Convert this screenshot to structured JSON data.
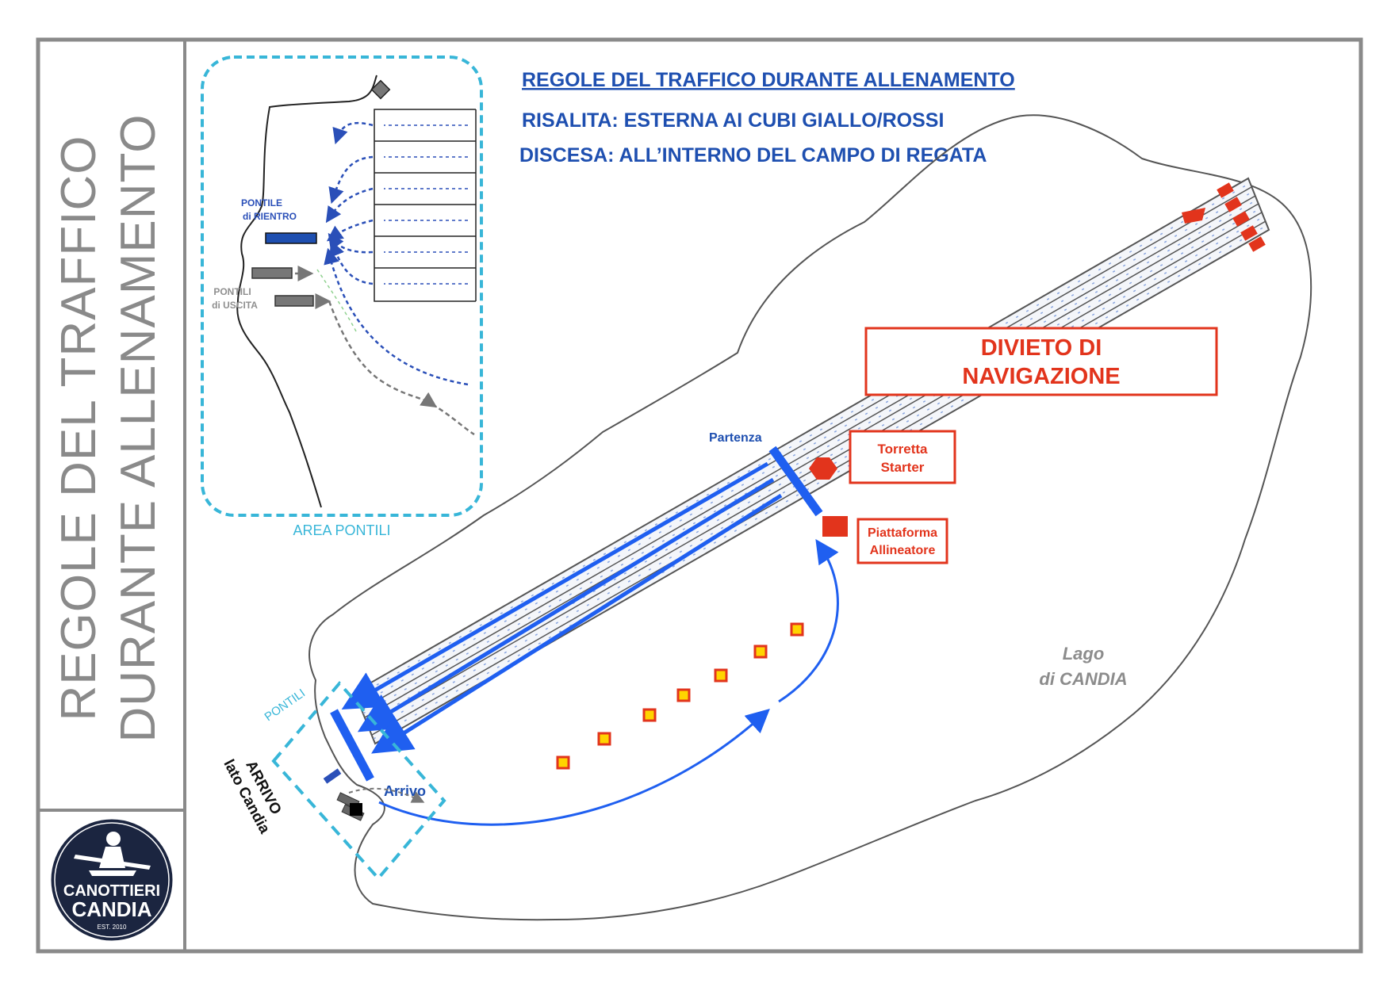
{
  "sidebar": {
    "title_line1": "REGOLE DEL TRAFFICO",
    "title_line2": "DURANTE ALLENAMENTO"
  },
  "logo": {
    "line1": "CANOTTIERI",
    "line2": "CANDIA",
    "est": "EST. 2010"
  },
  "header": {
    "title": "REGOLE DEL TRAFFICO DURANTE ALLENAMENTO",
    "rule1": "RISALITA: ESTERNA AI CUBI GIALLO/ROSSI",
    "rule2": "DISCESA: ALL’INTERNO DEL CAMPO DI REGATA"
  },
  "inset": {
    "area_label": "AREA PONTILI",
    "rientro_line1": "PONTILE",
    "rientro_line2": "di RIENTRO",
    "uscita_line1": "PONTILI",
    "uscita_line2": "di USCITA"
  },
  "map": {
    "no_nav_line1": "DIVIETO DI",
    "no_nav_line2": "NAVIGAZIONE",
    "torretta_line1": "Torretta",
    "torretta_line2": "Starter",
    "piattaforma_line1": "Piattaforma",
    "piattaforma_line2": "Allineatore",
    "partenza": "Partenza",
    "arrivo": "Arrivo",
    "arrivo_side_line1": "ARRIVO",
    "arrivo_side_line2": "lato Candia",
    "pontili": "PONTILI",
    "lake_line1": "Lago",
    "lake_line2": "di CANDIA"
  },
  "colors": {
    "frame": "#8a8a8a",
    "blue": "#1e4fb0",
    "route_blue": "#1f5ff0",
    "red": "#e2341c",
    "cyan": "#38b6d8",
    "buoy_fill": "#ffd400"
  }
}
